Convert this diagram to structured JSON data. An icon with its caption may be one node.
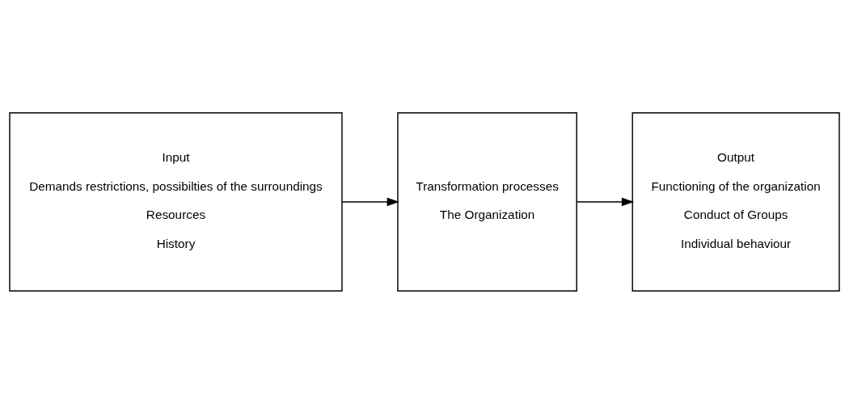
{
  "diagram": {
    "nodes": [
      {
        "text": [
          "Input",
          "Demands restrictions, possibilties of the surroundings",
          "Resources",
          "History"
        ]
      },
      {
        "text": [
          "Transformation processes",
          "The Organization"
        ]
      },
      {
        "text": [
          "Output",
          "Functioning of the organization",
          "Conduct of Groups",
          "Individual behaviour"
        ]
      }
    ],
    "edges": [
      {
        "from": 0,
        "to": 1,
        "arrow": "to"
      },
      {
        "from": 1,
        "to": 2,
        "arrow": "to"
      }
    ]
  }
}
